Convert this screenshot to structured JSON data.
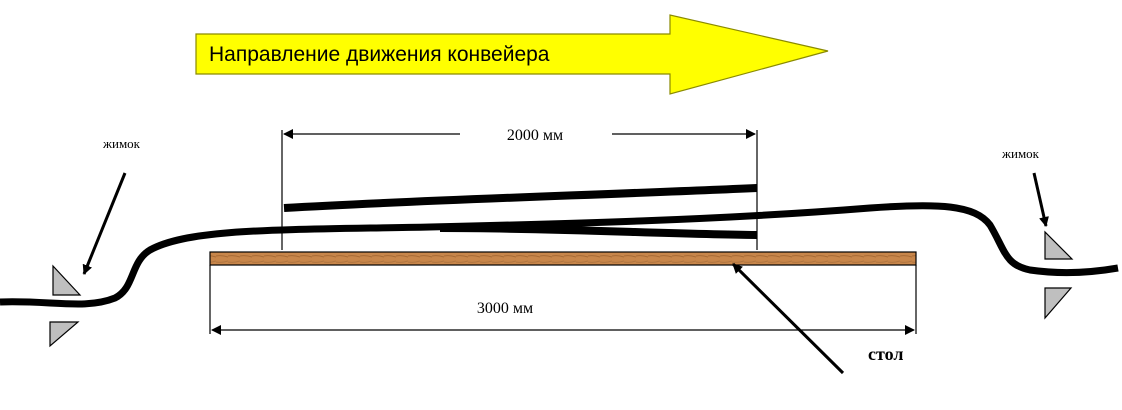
{
  "direction_label": "Направление движения  конвейера",
  "dimension_top": "2000 мм",
  "dimension_bottom": "3000 мм",
  "label_left_roller": "жимок",
  "label_right_roller": "жимок",
  "label_table": "стол",
  "colors": {
    "arrow_fill": "#ffff00",
    "table_fill": "#c8864a",
    "roller_fill": "#bfbfbf",
    "line": "#000000"
  }
}
